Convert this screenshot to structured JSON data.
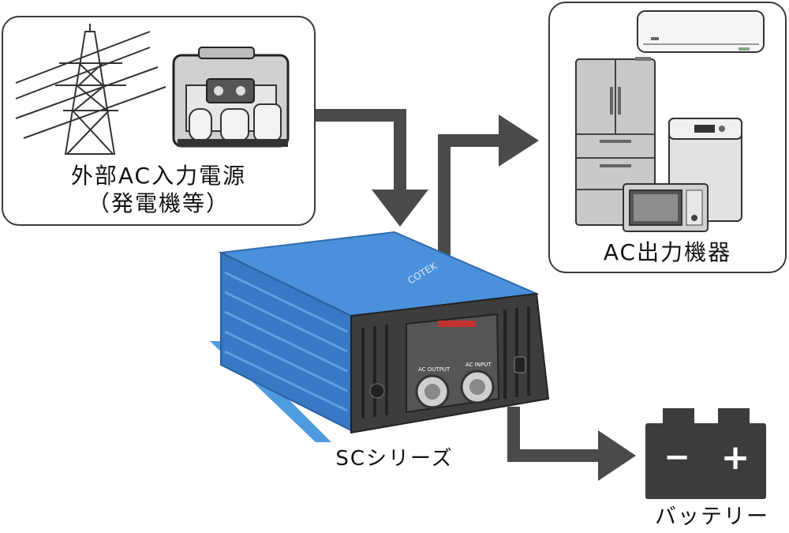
{
  "source_box": {
    "line1": "外部AC入力電源",
    "line2": "（発電機等）"
  },
  "output_box": {
    "label": "AC出力機器"
  },
  "inverter": {
    "label": "SCシリーズ",
    "brand": "COTEK",
    "port_output": "AC OUTPUT",
    "port_input": "AC INPUT"
  },
  "battery": {
    "label": "バッテリー",
    "minus": "−",
    "plus": "+"
  },
  "colors": {
    "arrow": "#4a4a4a",
    "inverter_blue": "#3f86d0",
    "battery": "#3c3c3c"
  }
}
